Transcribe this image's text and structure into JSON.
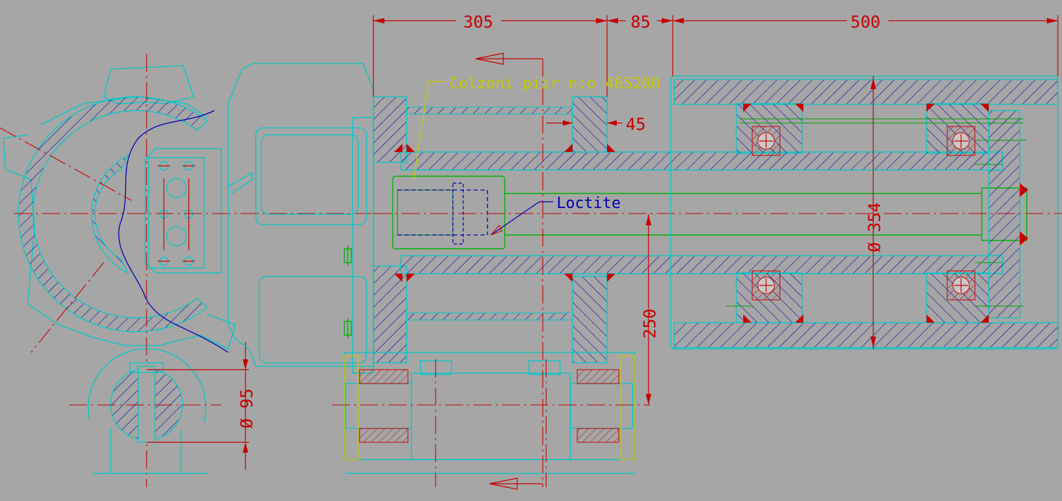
{
  "labels": {
    "pump_note": "Colzoni piir n:o 465200",
    "adhesive_note": "Loctite"
  },
  "dimensions": {
    "d305": "305",
    "d85": "85",
    "d500": "500",
    "d45": "45",
    "d250": "250",
    "d354": "Ø 354",
    "d95": "Ø 95"
  },
  "colors": {
    "background": "#a6a6a6",
    "outline": "#00c8c8",
    "hatch": "#0000b4",
    "dimension": "#c80000",
    "shaft": "#00b400",
    "note": "#c8c800"
  }
}
